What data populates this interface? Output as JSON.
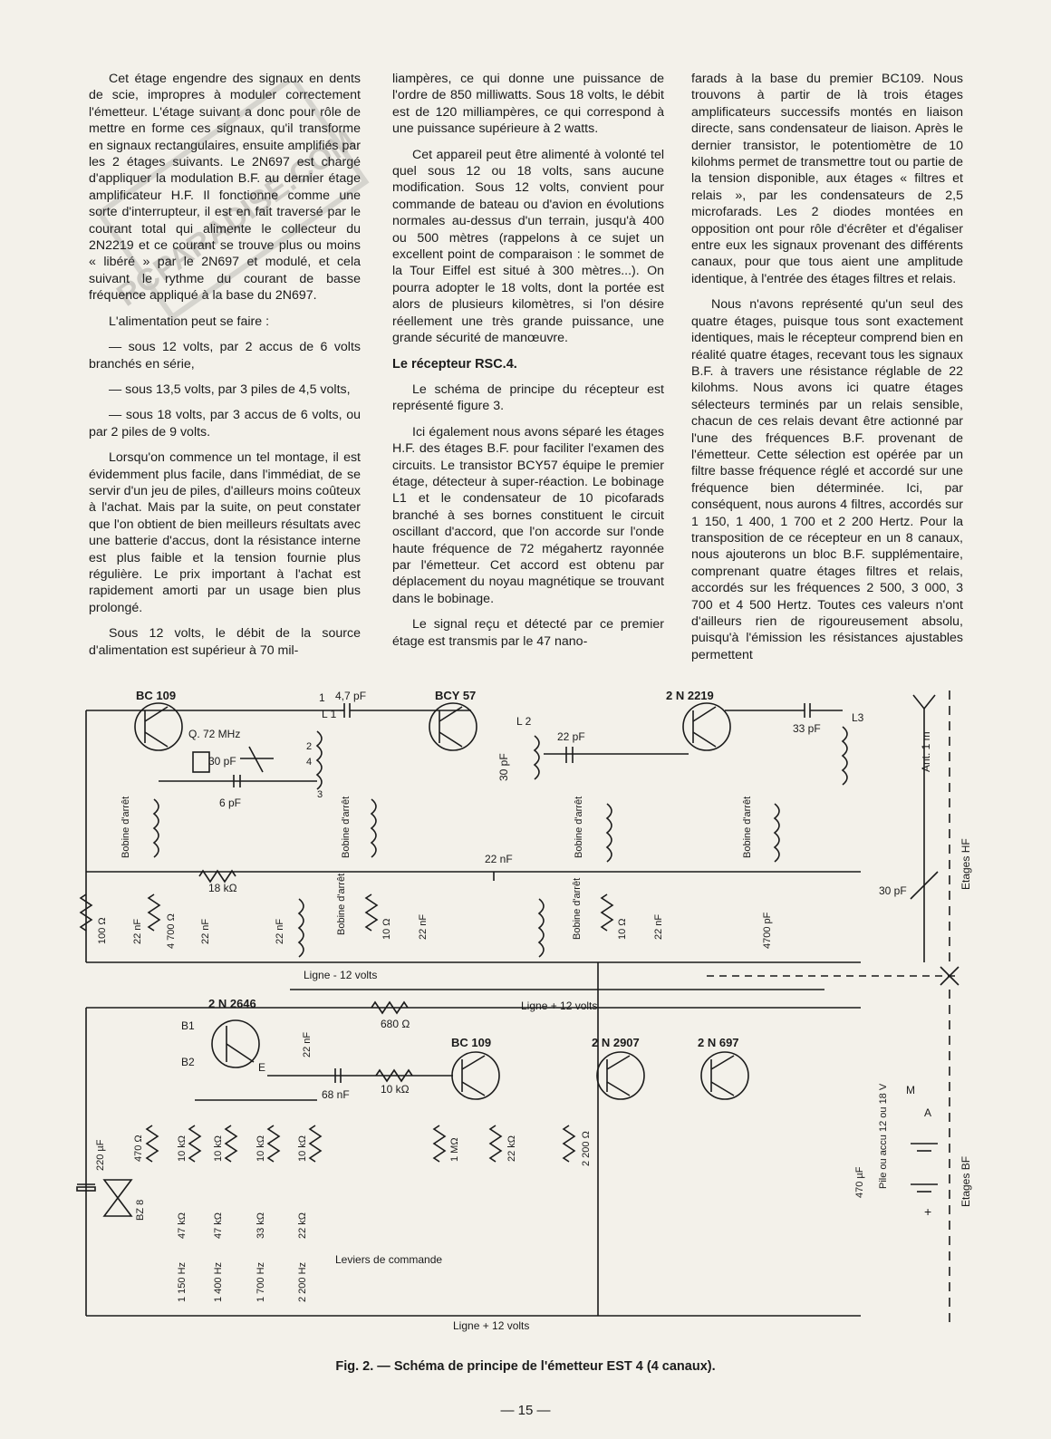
{
  "columns": {
    "col1": [
      "Cet étage engendre des signaux en dents de scie, impropres à moduler correctement l'émetteur. L'étage suivant a donc pour rôle de mettre en forme ces signaux, qu'il transforme en signaux rectangulaires, ensuite amplifiés par les 2 étages suivants. Le 2N697 est chargé d'appliquer la modulation B.F. au dernier étage amplificateur H.F. Il fonctionne comme une sorte d'interrupteur, il est en fait traversé par le courant total qui alimente le collecteur du 2N2219 et ce courant se trouve plus ou moins « libéré » par le 2N697 et modulé, et cela suivant le rythme du courant de basse fréquence appliqué à la base du 2N697.",
      "L'alimentation peut se faire :",
      "— sous 12 volts, par 2 accus de 6 volts branchés en série,",
      "— sous 13,5 volts, par 3 piles de 4,5 volts,",
      "— sous 18 volts, par 3 accus de 6 volts, ou par 2 piles de 9 volts.",
      "Lorsqu'on commence un tel montage, il est évidemment plus facile, dans l'immédiat, de se servir d'un jeu de piles, d'ailleurs moins coûteux à l'achat. Mais par la suite, on peut constater que l'on obtient de bien meilleurs résultats avec une batterie d'accus, dont la résistance interne est plus faible et la tension fournie plus régulière. Le prix important à l'achat est rapidement amorti par un usage bien plus prolongé.",
      "Sous 12 volts, le débit de la source d'alimentation est supérieur à 70 mil-"
    ],
    "col2": [
      "liampères, ce qui donne une puissance de l'ordre de 850 milliwatts. Sous 18 volts, le débit est de 120 milliampères, ce qui correspond à une puissance supérieure à 2 watts.",
      "Cet appareil peut être alimenté à volonté tel quel sous 12 ou 18 volts, sans aucune modification. Sous 12 volts, convient pour commande de bateau ou d'avion en évolutions normales au-dessus d'un terrain, jusqu'à 400 ou 500 mètres (rappelons à ce sujet un excellent point de comparaison : le sommet de la Tour Eiffel est situé à 300 mètres...). On pourra adopter le 18 volts, dont la portée est alors de plusieurs kilomètres, si l'on désire réellement une très grande puissance, une grande sécurité de manœuvre."
    ],
    "col2_heading": "Le récepteur RSC.4.",
    "col2b": [
      "Le schéma de principe du récepteur est représenté figure 3.",
      "Ici également nous avons séparé les étages H.F. des étages B.F. pour faciliter l'examen des circuits. Le transistor BCY57 équipe le premier étage, détecteur à super-réaction. Le bobinage L1 et le condensateur de 10 picofarads branché à ses bornes constituent le circuit oscillant d'accord, que l'on accorde sur l'onde haute fréquence de 72 mégahertz rayonnée par l'émetteur. Cet accord est obtenu par déplacement du noyau magnétique se trouvant dans le bobinage.",
      "Le signal reçu et détecté par ce premier étage est transmis par le 47 nano-"
    ],
    "col3": [
      "farads à la base du premier BC109. Nous trouvons à partir de là trois étages amplificateurs successifs montés en liaison directe, sans condensateur de liaison. Après le dernier transistor, le potentiomètre de 10 kilohms permet de transmettre tout ou partie de la tension disponible, aux étages « filtres et relais », par les condensateurs de 2,5 microfarads. Les 2 diodes montées en opposition ont pour rôle d'écrêter et d'égaliser entre eux les signaux provenant des différents canaux, pour que tous aient une amplitude identique, à l'entrée des étages filtres et relais.",
      "Nous n'avons représenté qu'un seul des quatre étages, puisque tous sont exactement identiques, mais le récepteur comprend bien en réalité quatre étages, recevant tous les signaux B.F. à travers une résistance réglable de 22 kilohms. Nous avons ici quatre étages sélecteurs terminés par un relais sensible, chacun de ces relais devant être actionné par l'une des fréquences B.F. provenant de l'émetteur. Cette sélection est opérée par un filtre basse fréquence réglé et accordé sur une fréquence bien déterminée. Ici, par conséquent, nous aurons 4 filtres, accordés sur 1 150, 1 400, 1 700 et 2 200 Hertz. Pour la transposition de ce récepteur en un 8 canaux, nous ajouterons un bloc B.F. supplémentaire, comprenant quatre étages filtres et relais, accordés sur les fréquences 2 500, 3 000, 3 700 et 4 500 Hertz. Toutes ces valeurs n'ont d'ailleurs rien de rigoureusement absolu, puisqu'à l'émission les résistances ajustables permettent"
    ]
  },
  "stamp_text": "RCPARADISE.COM",
  "schematic": {
    "transistors": {
      "bc109_top": "BC 109",
      "bcy57": "BCY 57",
      "t2n2219": "2 N 2219",
      "t2n2646": "2 N 2646",
      "bc109_bot": "BC 109",
      "t2n2907": "2 N 2907",
      "t2n697": "2 N 697"
    },
    "labels": {
      "c_4_7pf": "4,7 pF",
      "n1": "1",
      "l1": "L 1",
      "q72": "Q. 72 MHz",
      "c30pf_a": "30 pF",
      "n2": "2",
      "n4": "4",
      "n3": "3",
      "c6pf": "6 pF",
      "l2": "L 2",
      "c30pf_b": "30 pF",
      "c22pf": "22 pF",
      "c33pf": "33 pF",
      "l3": "L3",
      "ant": "Ant. 1 m",
      "bobine": "Bobine d'arrêt",
      "r18k": "18 kΩ",
      "r100": "100 Ω",
      "c22nf": "22 nF",
      "r4700": "4 700 Ω",
      "r10": "10 Ω",
      "c4700pf": "4700 pF",
      "c30pf_c": "30 pF",
      "etages_hf": "Etages HF",
      "etages_bf": "Etages BF",
      "ligne_m12": "Ligne - 12 volts",
      "ligne_p12": "Ligne + 12 volts",
      "b1": "B1",
      "b2": "B2",
      "e": "E",
      "r680": "680 Ω",
      "c68nf": "68 nF",
      "r10k": "10 kΩ",
      "r1m": "1 MΩ",
      "r22k": "22 kΩ",
      "r2200": "2 200 Ω",
      "c220uf": "220 µF",
      "bz8": "BZ 8",
      "r470": "470 Ω",
      "r10k_v": "10 kΩ",
      "r47k": "47 kΩ",
      "r33k": "33 kΩ",
      "r22k_v": "22 kΩ",
      "f1150": "1 150 Hz",
      "f1400": "1 400 Hz",
      "f1700": "1 700 Hz",
      "f2200": "2 200 Hz",
      "leviers": "Leviers de commande",
      "c470uf": "470 µF",
      "pile": "Pile ou accu 12 ou 18 V",
      "m": "M",
      "a": "A",
      "plus": "+"
    }
  },
  "caption": "Fig. 2. — Schéma de principe de l'émetteur EST 4 (4 canaux).",
  "page_number": "— 15 —"
}
